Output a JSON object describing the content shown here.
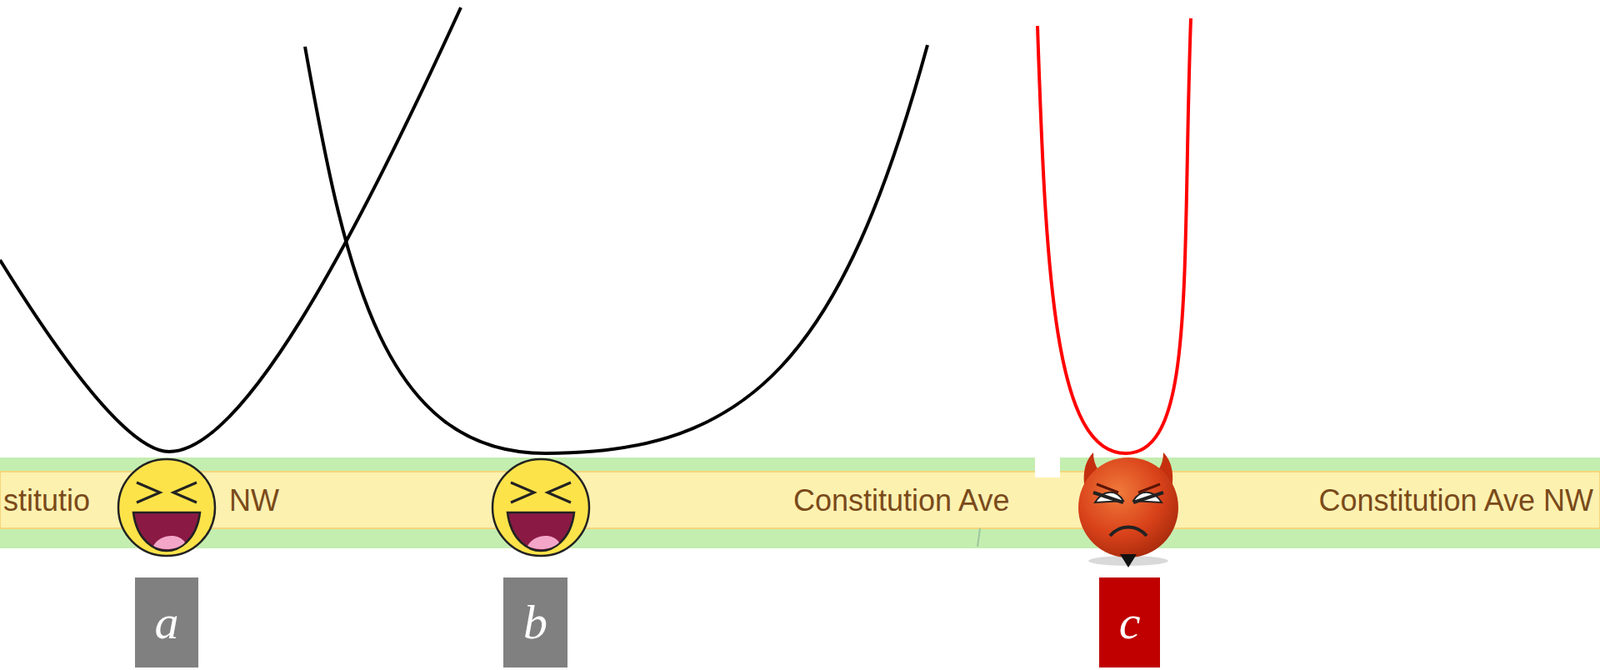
{
  "diagram": {
    "nodes": [
      {
        "text": [
          "a"
        ]
      },
      {
        "text": [
          "b"
        ]
      },
      {
        "text": [
          "c"
        ]
      }
    ],
    "labels": [
      "stitutio",
      "NW",
      "Constitution Ave",
      "Constitution Ave NW"
    ]
  }
}
